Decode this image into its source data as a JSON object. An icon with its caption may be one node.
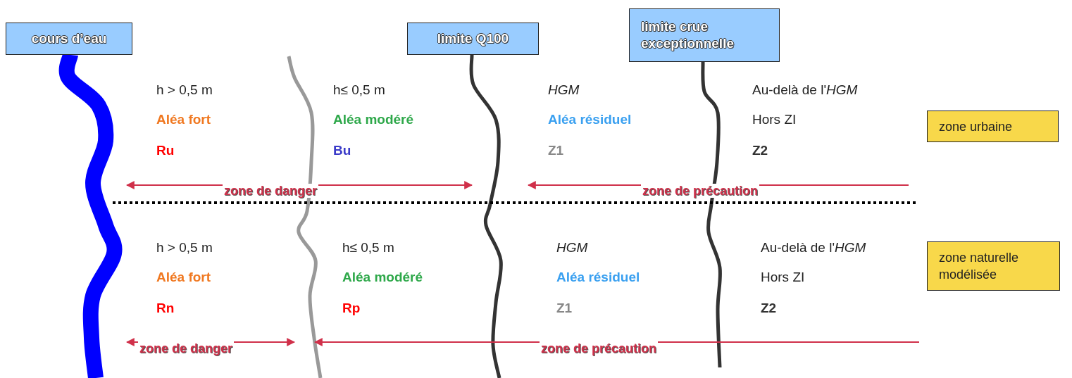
{
  "diagram": {
    "nodes": [
      {
        "text": [
          "cours d’eau"
        ]
      },
      {
        "text": [
          "limite Q100"
        ]
      },
      {
        "text": [
          "limite crue exceptionnelle"
        ]
      },
      {
        "text": [
          "zone urbaine"
        ]
      },
      {
        "text": [
          "zone naturelle modélisée"
        ]
      }
    ],
    "labels": [
      "h > 0,5 m",
      "h≤ 0,5 m",
      "HGM",
      "Au-delà de l'*HGM*",
      "Aléa fort",
      "Aléa modéré",
      "Aléa résiduel",
      "Hors ZI",
      "Ru",
      "Bu",
      "Z1",
      "Z2",
      "zone de danger",
      "zone de précaution",
      "h > 0,5 m",
      "h≤ 0,5 m",
      "HGM",
      "Au-delà de l'*HGM*",
      "Aléa fort",
      "Aléa modéré",
      "Aléa résiduel",
      "Hors ZI",
      "Rn",
      "Rp",
      "Z1",
      "Z2",
      "zone de danger",
      "zone de précaution"
    ]
  }
}
